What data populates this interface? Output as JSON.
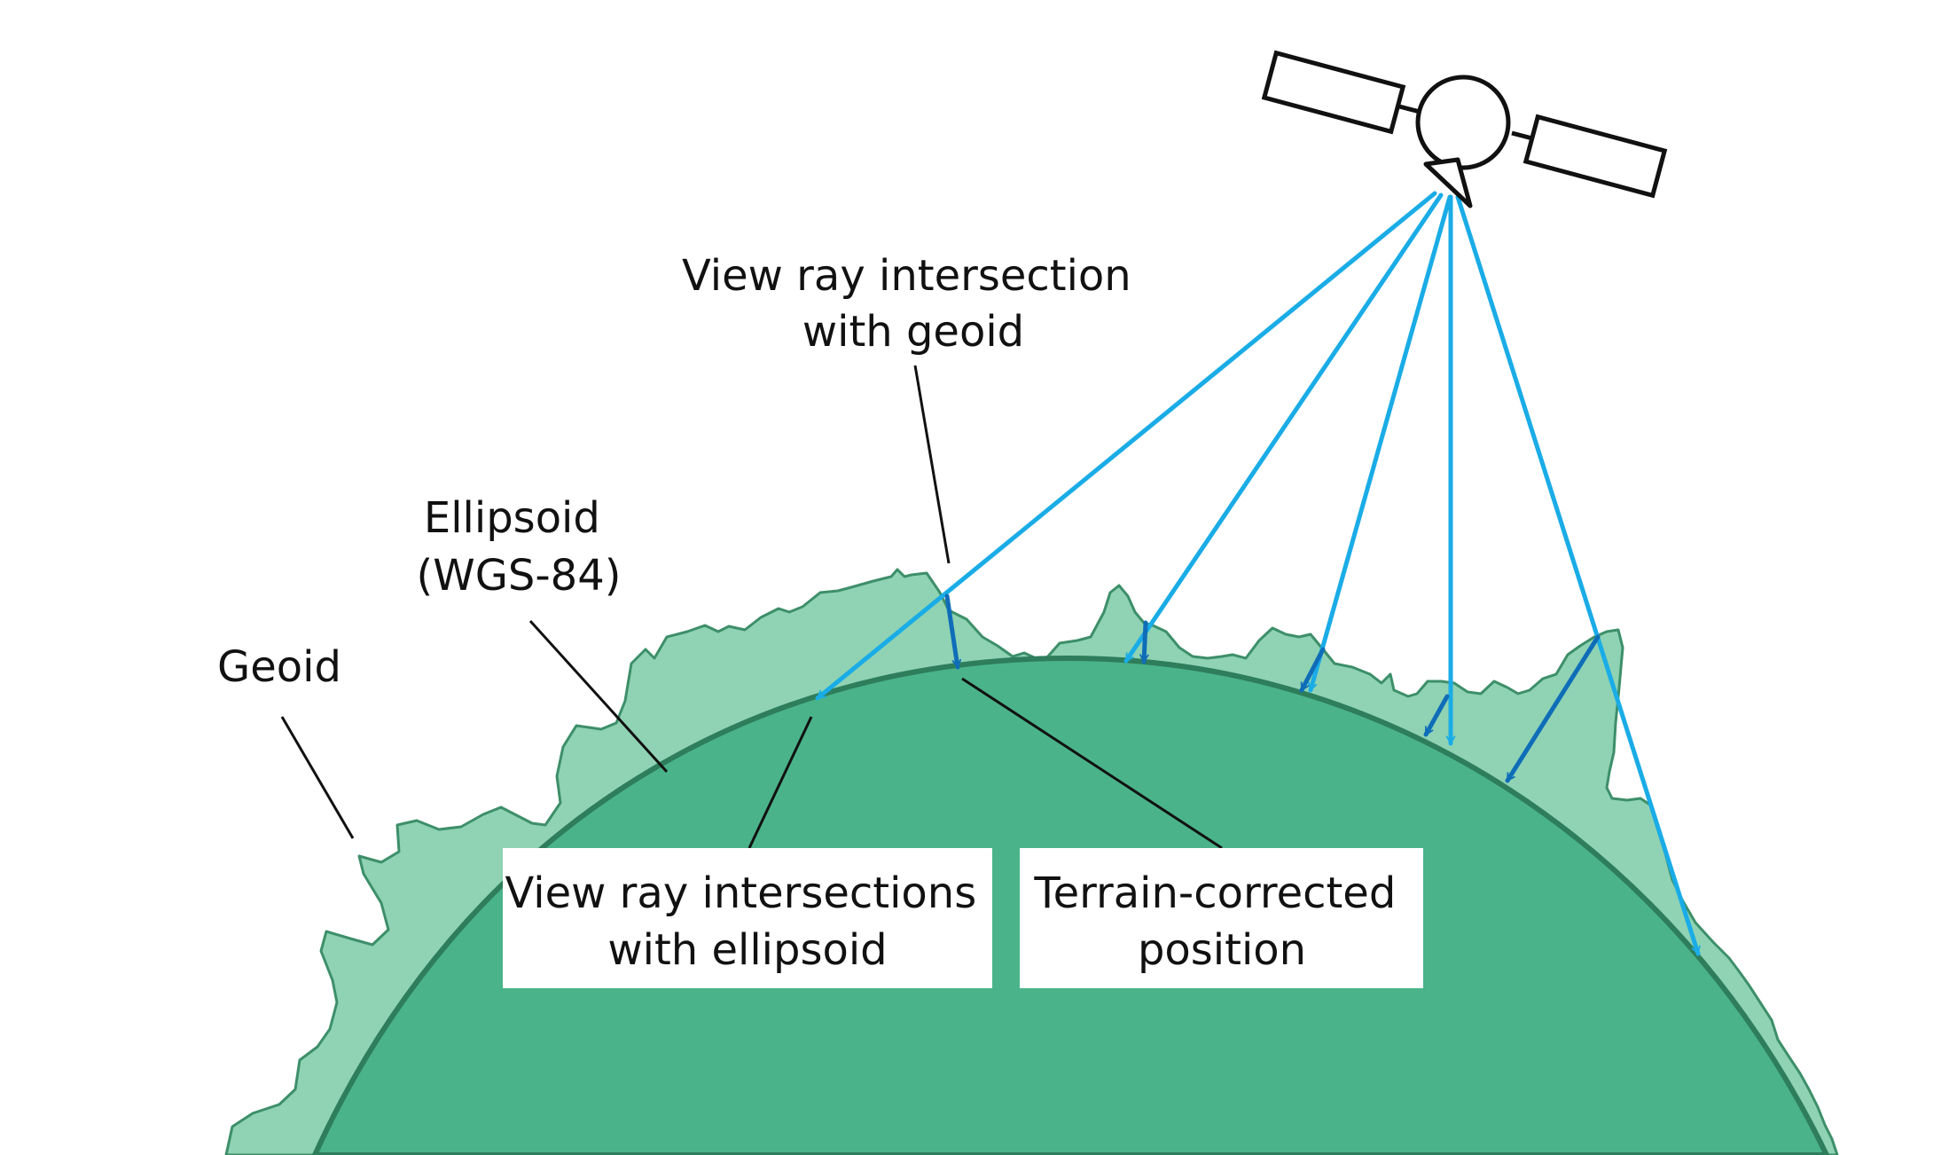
{
  "labels": {
    "geoid": "Geoid",
    "ellipsoid_line1": "Ellipsoid",
    "ellipsoid_line2": "(WGS-84)",
    "ray_geoid_line1": "View ray intersection",
    "ray_geoid_line2": "with geoid",
    "ray_ellipsoid_line1": "View ray intersections",
    "ray_ellipsoid_line2": "with ellipsoid",
    "terrain_line1": "Terrain-corrected",
    "terrain_line2": "position"
  },
  "colors": {
    "ellipsoid_fill": "#4ab38a",
    "ellipsoid_stroke": "#2e7d5b",
    "geoid_fill": "#8fd3b4",
    "geoid_stroke": "#3d8f69",
    "view_ray": "#1aace6",
    "correction_arrow": "#0f6db8",
    "leader_line": "#111111",
    "satellite_stroke": "#111111"
  },
  "icons": {
    "satellite": "satellite-icon"
  }
}
